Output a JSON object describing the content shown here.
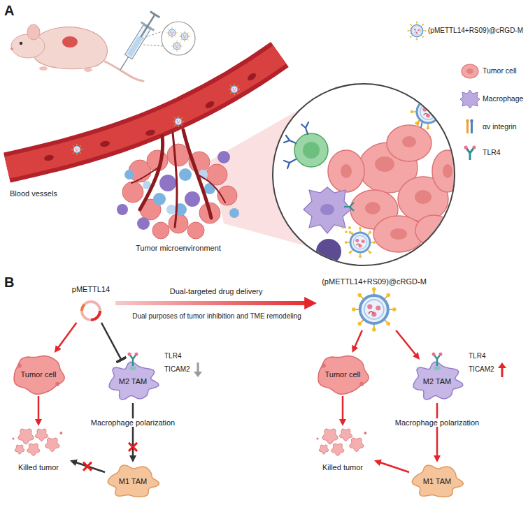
{
  "diagram": {
    "nodes": [
      {
        "text": [
          "pMETTL14"
        ]
      },
      {
        "text": [
          "Tumor cell"
        ]
      },
      {
        "text": [
          "M2 TAM"
        ]
      },
      {
        "text": [
          "M1 TAM"
        ]
      },
      {
        "text": [
          "Killed tumor"
        ]
      },
      {
        "text": [
          "(pMETTL14+RS09)@cRGD-M"
        ]
      },
      {
        "text": [
          "Tumor cell"
        ]
      },
      {
        "text": [
          "M2 TAM"
        ]
      },
      {
        "text": [
          "M1 TAM"
        ]
      },
      {
        "text": [
          "Killed tumor"
        ]
      }
    ],
    "edges": [
      {
        "from": 0,
        "to": 5,
        "label": "Dual-targeted drug delivery",
        "arrow": "to"
      },
      {
        "from": 0,
        "to": 1,
        "arrow": "to"
      },
      {
        "from": 0,
        "to": 2,
        "arrow": "to"
      },
      {
        "from": 1,
        "to": 4,
        "arrow": "to"
      },
      {
        "from": 2,
        "to": 3,
        "label": "Macrophage polarization",
        "arrow": "to"
      },
      {
        "from": 3,
        "to": 4,
        "arrow": "to"
      },
      {
        "from": 5,
        "to": 6,
        "arrow": "to"
      },
      {
        "from": 5,
        "to": 7,
        "arrow": "to"
      },
      {
        "from": 6,
        "to": 9,
        "arrow": "to"
      },
      {
        "from": 7,
        "to": 8,
        "label": "Macrophage polarization",
        "arrow": "to"
      },
      {
        "from": 8,
        "to": 9,
        "arrow": "to"
      }
    ],
    "labels": [
      "A",
      "Blood vessels",
      "Tumor microenvironment",
      "B",
      "TLR4",
      "TICAM2",
      "TLR4",
      "TICAM2",
      "Dual purposes of tumor inhibition and TME remodeling"
    ],
    "legend": [
      {
        "text": "(pMETTL14+RS09)@cRGD-M"
      },
      {
        "text": "Tumor cell"
      },
      {
        "text": "Macrophage"
      },
      {
        "text": "αv integrin"
      },
      {
        "text": "TLR4"
      }
    ]
  }
}
